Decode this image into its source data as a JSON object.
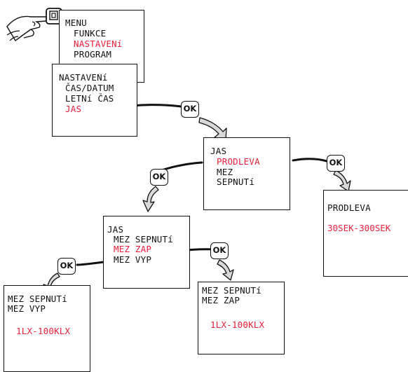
{
  "colors": {
    "highlight": "#e8203a",
    "ink": "#111111",
    "arrowhead": "#d9d9d9"
  },
  "icons": {
    "hand": "hand-pressing-button-icon"
  },
  "screens": {
    "menu": {
      "lines": [
        "MENU",
        "FUNKCE",
        "NASTAVENí",
        "PROGRAM"
      ],
      "highlight_index": 2
    },
    "nastaveni": {
      "lines": [
        "NASTAVENí",
        "ČAS/DATUM",
        "LETNí ČAS",
        "JAS"
      ],
      "highlight_index": 3
    },
    "jas": {
      "lines": [
        "JAS",
        "PRODLEVA",
        "MEZ",
        "SEPNUTí"
      ],
      "highlight_index": 1
    },
    "prodleva": {
      "lines": [
        "PRODLEVA"
      ],
      "range": "30SEK-300SEK"
    },
    "jas_mez": {
      "lines": [
        "JAS",
        "MEZ SEPNUTí",
        "MEZ ZAP",
        "MEZ VYP"
      ],
      "highlight_index": 2
    },
    "mez_vyp": {
      "lines": [
        "MEZ SEPNUTí",
        "MEZ VYP"
      ],
      "range": "1LX-100KLX"
    },
    "mez_zap": {
      "lines": [
        "MEZ SEPNUTí",
        "MEZ ZAP"
      ],
      "range": "1LX-100KLX"
    }
  },
  "ok_buttons": [
    "OK",
    "OK",
    "OK",
    "OK",
    "OK"
  ]
}
